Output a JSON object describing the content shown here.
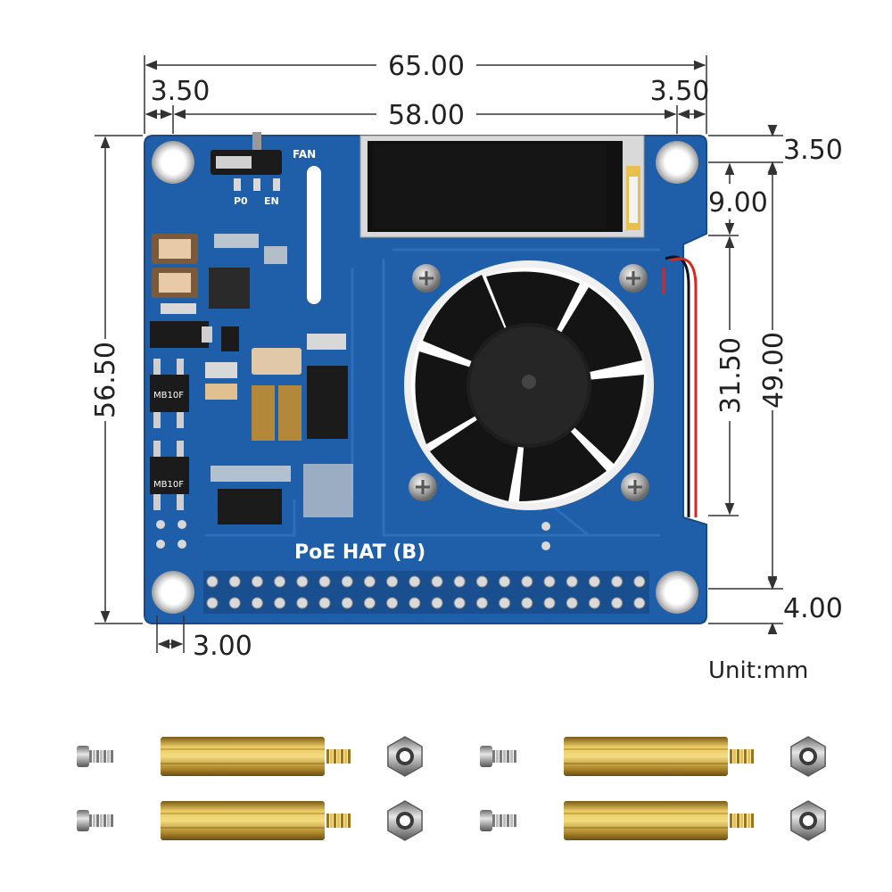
{
  "dimensions": {
    "overall_width": "65.00",
    "hole_inset_left": "3.50",
    "hole_inset_right": "3.50",
    "hole_spacing_width": "58.00",
    "overall_height": "56.50",
    "hole_inset_top": "3.50",
    "oled_height": "9.00",
    "fan_cutout_height": "31.50",
    "hole_spacing_height": "49.00",
    "hole_inset_bottom": "4.00",
    "hole_offset_bottom_left": "3.00"
  },
  "board": {
    "name": "PoE HAT (B)",
    "switch_label": "FAN",
    "pin_label_p0": "P0",
    "pin_label_en": "EN",
    "chip_label_1": "MB10F",
    "chip_label_2": "MB10F"
  },
  "unit_label": "Unit:mm",
  "colors": {
    "pcb_blue": "#1f5ea8",
    "pcb_trace": "#2a6cb8",
    "dimension_line": "#333333",
    "brass": "#c9a640"
  },
  "accessories": {
    "sets": 4,
    "items": [
      "screw-icon",
      "brass-standoff-icon",
      "hex-nut-icon"
    ]
  }
}
